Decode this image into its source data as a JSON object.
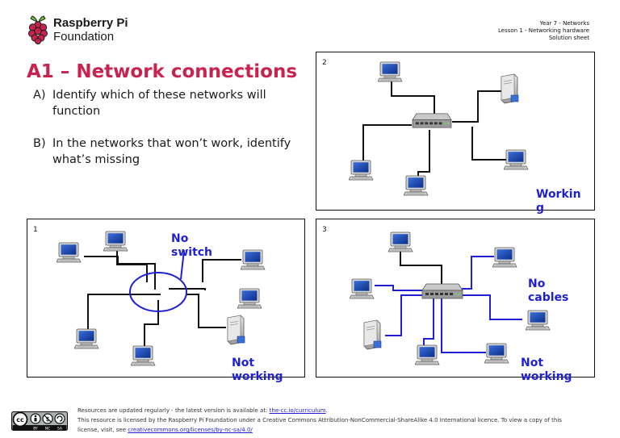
{
  "brand": {
    "name_line1": "Raspberry Pi",
    "name_line2": "Foundation",
    "brand_color": "#c8234f"
  },
  "header_meta": {
    "line1": "Year 7 - Networks",
    "line2": "Lesson 1 - Networking hardware",
    "line3": "Solution sheet"
  },
  "title": "A1 – Network connections",
  "instructions": [
    {
      "marker": "A)",
      "text": "Identify which of these networks will function"
    },
    {
      "marker": "B)",
      "text": "In the networks that won’t work, identify what’s missing"
    }
  ],
  "panels": {
    "p1": {
      "number": "1",
      "ann_top": "No\nswitch",
      "ann_bottom": "Not\nworking"
    },
    "p2": {
      "number": "2",
      "ann_bottom": "Workin\ng"
    },
    "p3": {
      "number": "3",
      "ann_mid": "No\ncables",
      "ann_bottom": "Not\nworking"
    }
  },
  "colors": {
    "annotation": "#1f1fd6",
    "cable_black": "#111111",
    "cable_blue": "#1f1fd6"
  },
  "icons": [
    "raspberry-pi-logo-icon",
    "computer-icon",
    "server-icon",
    "switch-icon",
    "creative-commons-badge-icon"
  ],
  "footer": {
    "line1_prefix": "Resources are updated regularly - the latest version is available at: ",
    "line1_link": "the-cc.io/curriculum",
    "line1_suffix": ".",
    "line2": "This resource is licensed by the Raspberry Pi Foundation under a Creative Commons Attribution-NonCommercial-ShareAlike 4.0 International licence. To view a copy of this",
    "line3_prefix": "license, visit, see ",
    "line3_link": "creativecommons.org/licenses/by-nc-sa/4.0/",
    "badge_labels": [
      "BY",
      "NC",
      "SA"
    ]
  }
}
